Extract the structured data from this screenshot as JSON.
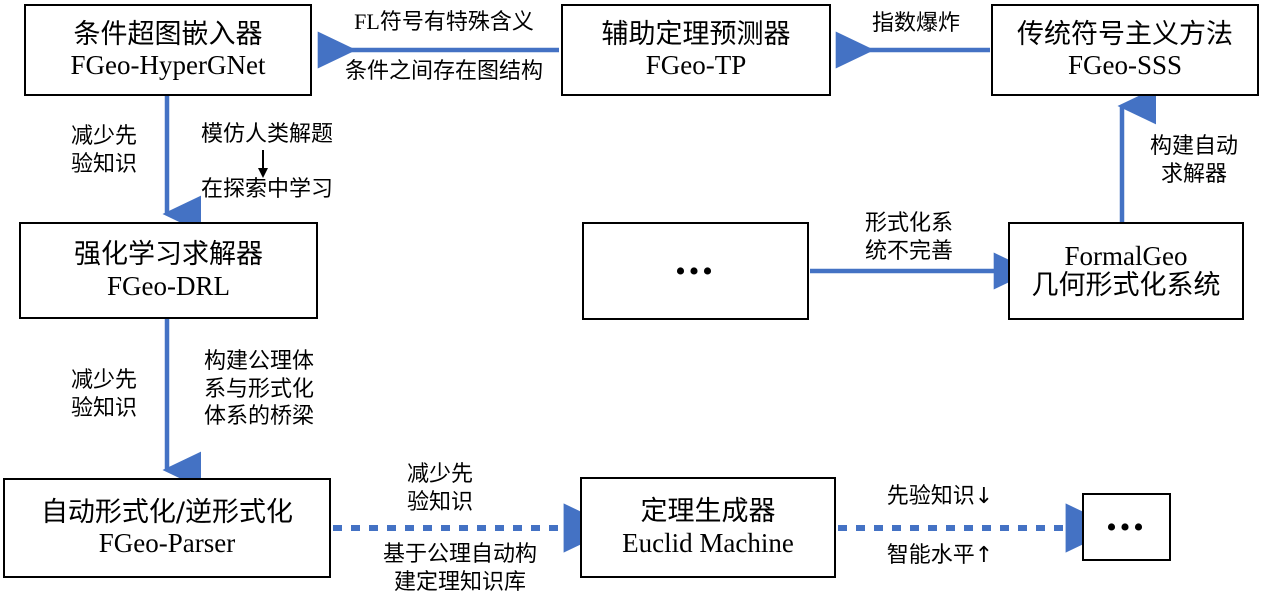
{
  "diagram": {
    "accent_color": "#4472C4",
    "line_color": "#000000",
    "background": "#ffffff",
    "nodes": [
      {
        "id": "hypergnet",
        "title_cn": "条件超图嵌入器",
        "title_en": "FGeo-HyperGNet"
      },
      {
        "id": "tp",
        "title_cn": "辅助定理预测器",
        "title_en": "FGeo-TP"
      },
      {
        "id": "sss",
        "title_cn": "传统符号主义方法",
        "title_en": "FGeo-SSS"
      },
      {
        "id": "drl",
        "title_cn": "强化学习求解器",
        "title_en": "FGeo-DRL"
      },
      {
        "id": "ellipsis_mid",
        "title_cn": "",
        "title_en": "...",
        "dots": "•••"
      },
      {
        "id": "formalgeo",
        "title_en": "FormalGeo",
        "title_cn": "几何形式化系统"
      },
      {
        "id": "parser",
        "title_cn": "自动形式化/逆形式化",
        "title_en": "FGeo-Parser"
      },
      {
        "id": "euclid",
        "title_cn": "定理生成器",
        "title_en": "Euclid Machine"
      },
      {
        "id": "ellipsis_end",
        "title_cn": "",
        "title_en": "...",
        "dots": "•••"
      }
    ],
    "edges": [
      {
        "id": "sss-to-tp",
        "label": "指数爆炸",
        "style": "solid",
        "direction": "left"
      },
      {
        "id": "tp-to-hypergnet-a",
        "label": "FL符号有特殊含义",
        "style": "solid",
        "direction": "left"
      },
      {
        "id": "tp-to-hypergnet-b",
        "label": "条件之间存在图结构",
        "style": "solid",
        "direction": "left"
      },
      {
        "id": "hypergnet-to-drl-left",
        "label": "减少先\n验知识",
        "style": "solid",
        "direction": "down"
      },
      {
        "id": "hypergnet-to-drl-right",
        "label": "模仿人类解题",
        "style": "solid",
        "direction": "down"
      },
      {
        "id": "hypergnet-to-drl-right2",
        "label": "在探索中学习",
        "style": "solid",
        "direction": "down"
      },
      {
        "id": "drl-to-parser-left",
        "label": "减少先\n验知识",
        "style": "solid",
        "direction": "down"
      },
      {
        "id": "drl-to-parser-right",
        "label": "构建公理体\n系与形式化\n体系的桥梁",
        "style": "solid",
        "direction": "down"
      },
      {
        "id": "ellipsis-to-formalgeo",
        "label": "形式化系\n统不完善",
        "style": "solid",
        "direction": "right"
      },
      {
        "id": "formalgeo-to-sss",
        "label": "构建自动\n求解器",
        "style": "solid",
        "direction": "up"
      },
      {
        "id": "parser-to-euclid-a",
        "label": "减少先\n验知识",
        "style": "dashed",
        "direction": "right"
      },
      {
        "id": "parser-to-euclid-b",
        "label": "基于公理自动构\n建定理知识库",
        "style": "dashed",
        "direction": "right"
      },
      {
        "id": "euclid-to-end-a",
        "label": "先验知识↓",
        "style": "dashed",
        "direction": "right"
      },
      {
        "id": "euclid-to-end-b",
        "label": "智能水平↑",
        "style": "dashed",
        "direction": "right"
      }
    ],
    "arrow_glyph_down": "↓"
  }
}
